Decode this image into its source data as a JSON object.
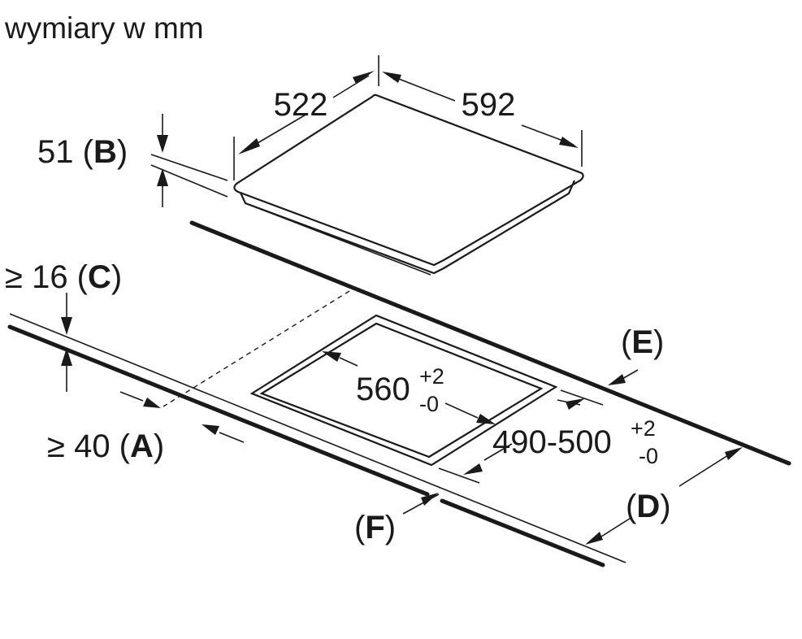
{
  "title": "wymiary w mm",
  "dimensions": {
    "depth": "522",
    "width": "592",
    "height": {
      "value": "51",
      "letter": "B"
    },
    "worktop_min": {
      "prefix": "≥ 16",
      "letter": "C"
    },
    "front_gap_min": {
      "prefix": "≥ 40",
      "letter": "A"
    },
    "cutout_width": {
      "value": "560",
      "tol_plus": "+2",
      "tol_minus": "-0"
    },
    "cutout_depth": {
      "value": "490-500",
      "tol_plus": "+2",
      "tol_minus": "-0"
    }
  },
  "markers": {
    "D": "D",
    "E": "E",
    "F": "F"
  }
}
